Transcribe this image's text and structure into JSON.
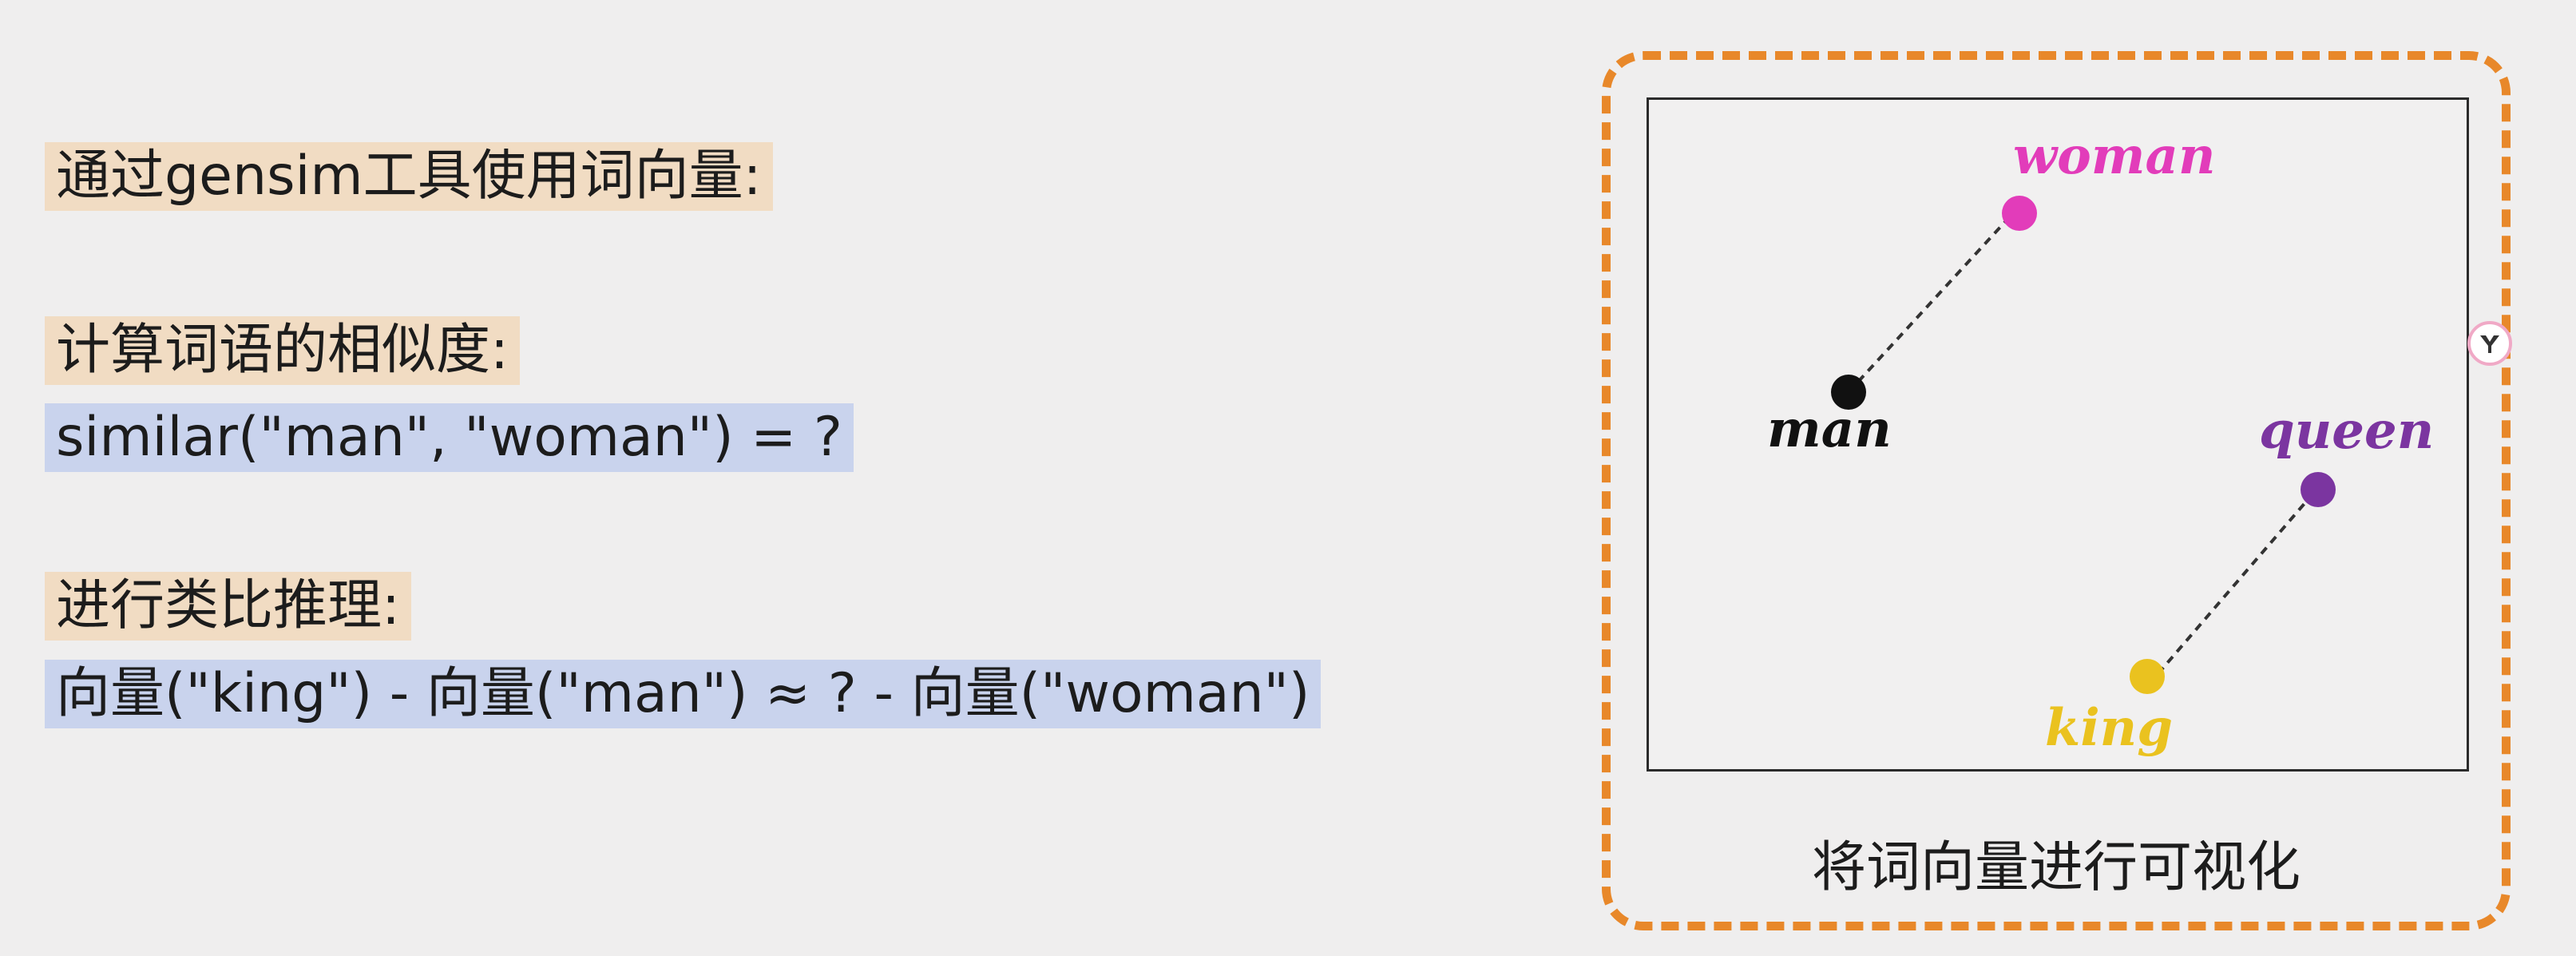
{
  "text": {
    "line1": "通过gensim工具使用词向量:",
    "line2": "计算词语的相似度:",
    "line3": "similar(\"man\", \"woman\") = ?",
    "line4": "进行类比推理:",
    "line5": "向量(\"king\") - 向量(\"man\") ≈ ? - 向量(\"woman\")"
  },
  "visualization": {
    "caption": "将词向量进行可视化",
    "points": [
      {
        "word": "woman",
        "color": "#e23cba"
      },
      {
        "word": "man",
        "color": "#111111"
      },
      {
        "word": "queen",
        "color": "#7b35a0"
      },
      {
        "word": "king",
        "color": "#eac21f"
      }
    ],
    "links": [
      [
        "man",
        "woman"
      ],
      [
        "king",
        "queen"
      ]
    ]
  },
  "colors": {
    "highlight_tan": "#f1dcc3",
    "highlight_blue": "#c9d3ed",
    "frame_border": "#e8882a",
    "background": "#efeeee"
  }
}
